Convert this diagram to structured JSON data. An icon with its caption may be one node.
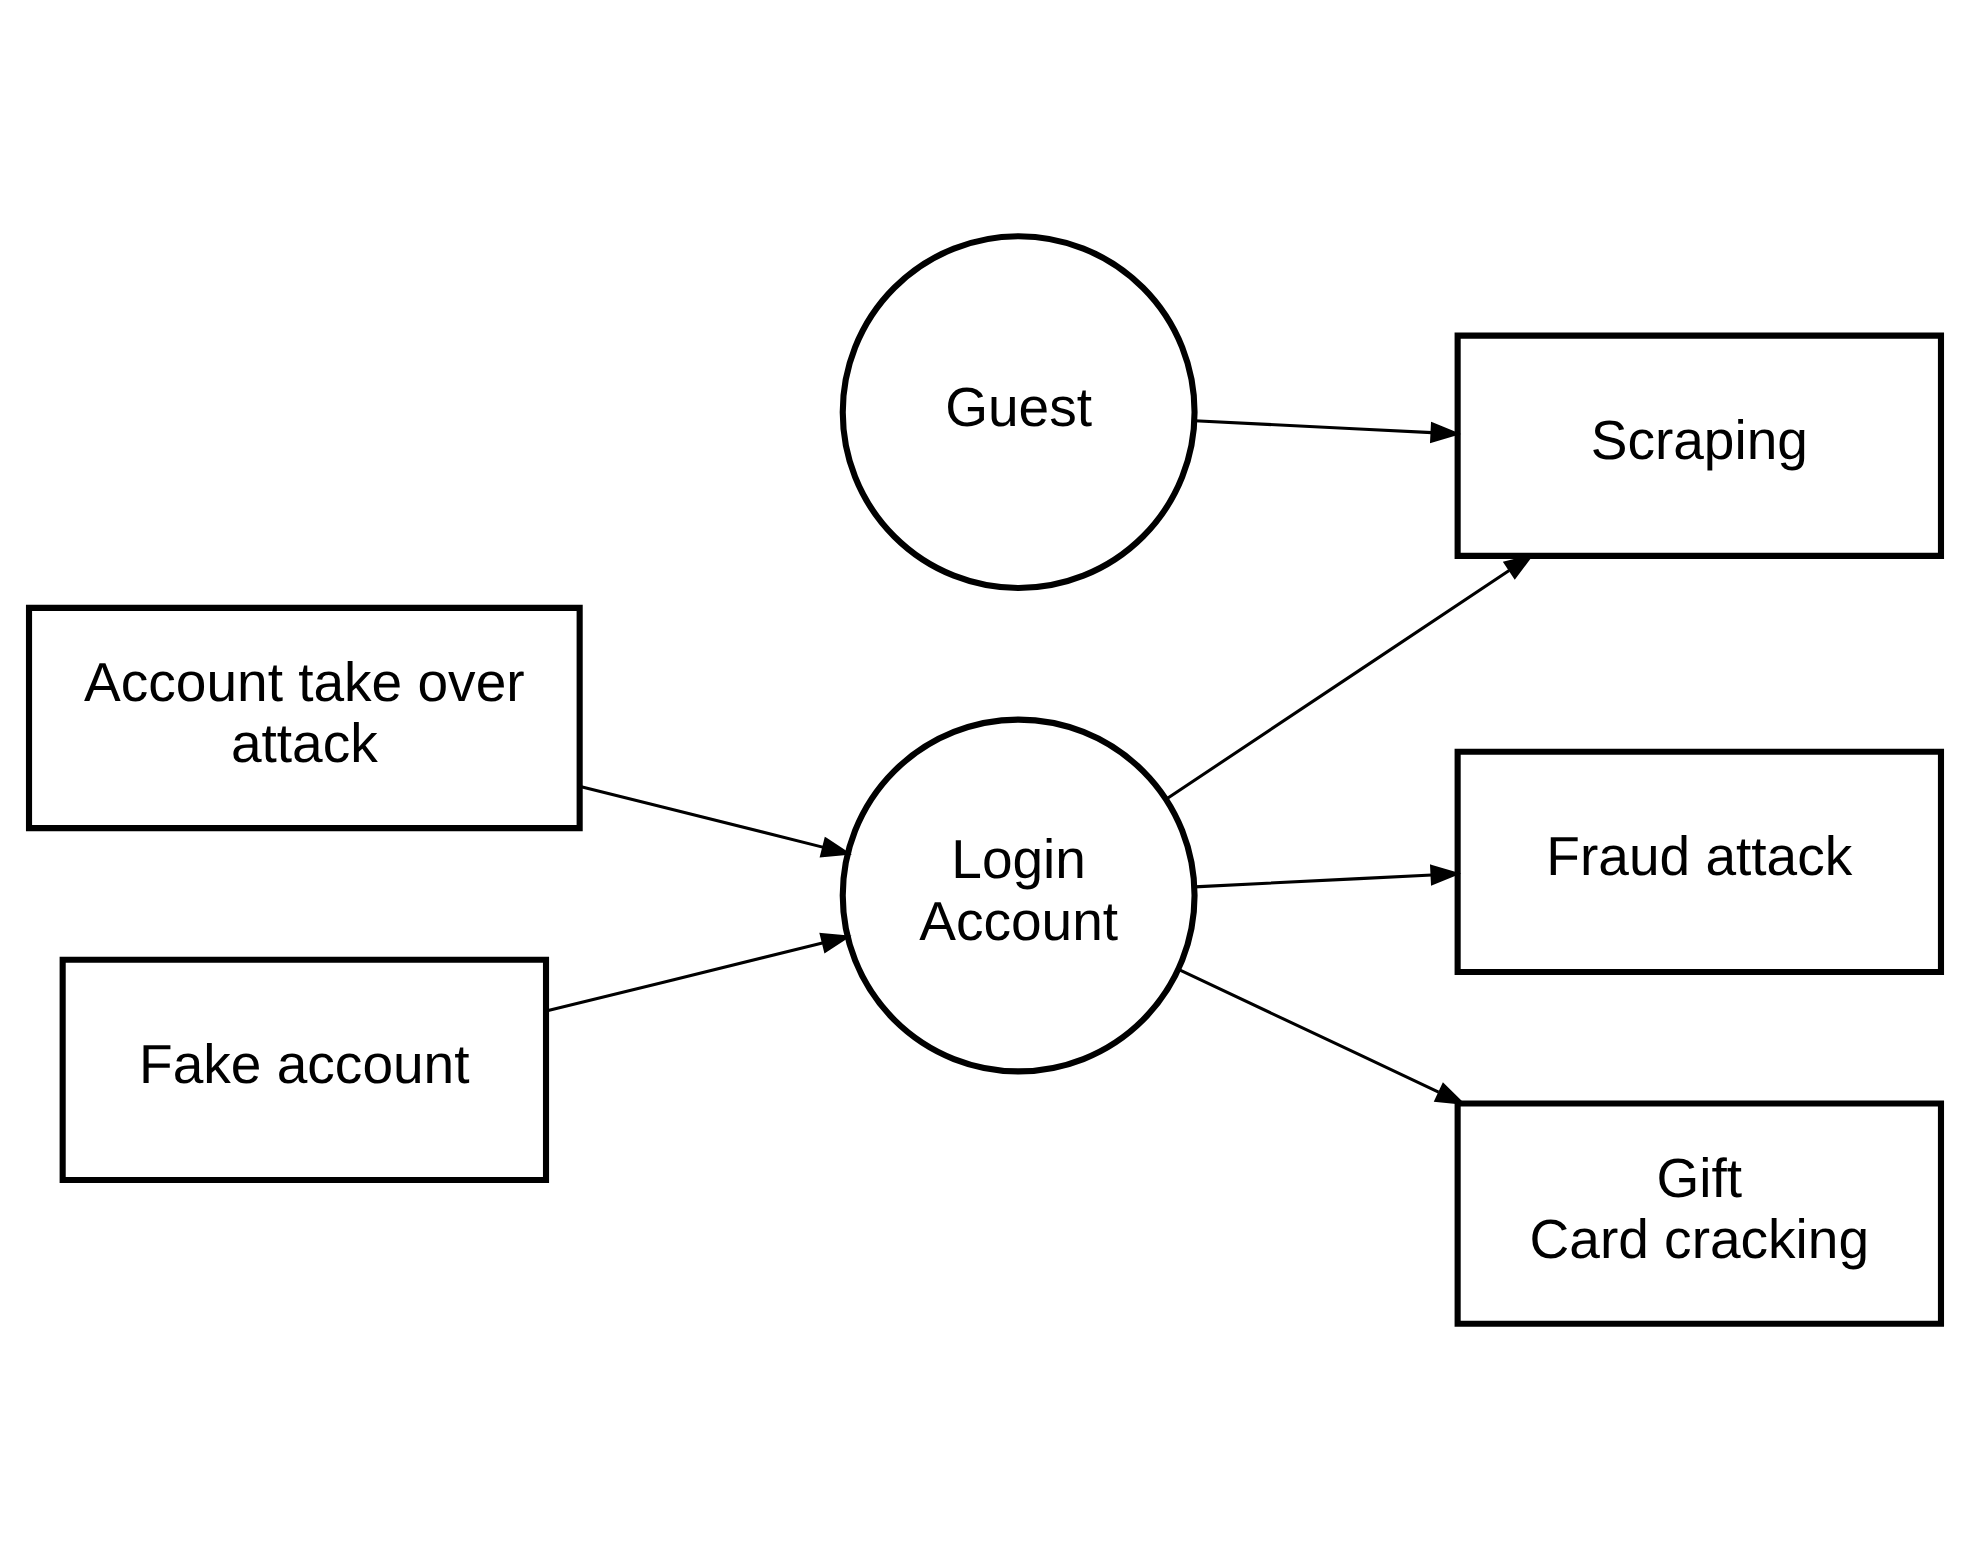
{
  "diagram": {
    "nodes": [
      {
        "text": [
          "Guest"
        ]
      },
      {
        "text": [
          "Scraping"
        ]
      },
      {
        "text": [
          "Account take over attack"
        ]
      },
      {
        "text": [
          "Login Account"
        ]
      },
      {
        "text": [
          "Fraud attack"
        ]
      },
      {
        "text": [
          "Fake account"
        ]
      },
      {
        "text": [
          "Gift Card cracking"
        ]
      }
    ],
    "edges": [
      {
        "from": 0,
        "to": 1,
        "arrow": "to"
      },
      {
        "from": 3,
        "to": 1,
        "arrow": "to"
      },
      {
        "from": 2,
        "to": 3,
        "arrow": "to"
      },
      {
        "from": 5,
        "to": 3,
        "arrow": "to"
      },
      {
        "from": 3,
        "to": 4,
        "arrow": "to"
      },
      {
        "from": 3,
        "to": 6,
        "arrow": "to"
      }
    ]
  }
}
